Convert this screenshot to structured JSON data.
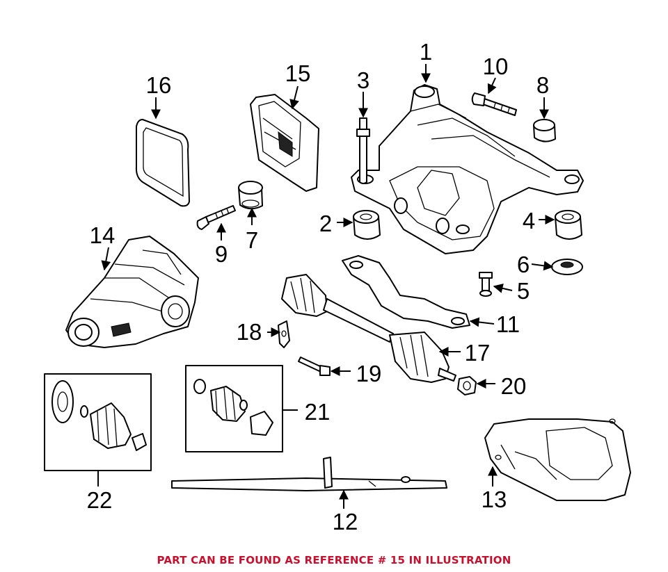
{
  "labels": {
    "p1": "1",
    "p2": "2",
    "p3": "3",
    "p4": "4",
    "p5": "5",
    "p6": "6",
    "p7": "7",
    "p8": "8",
    "p9": "9",
    "p10": "10",
    "p11": "11",
    "p12": "12",
    "p13": "13",
    "p14": "14",
    "p15": "15",
    "p16": "16",
    "p17": "17",
    "p18": "18",
    "p19": "19",
    "p20": "20",
    "p21": "21",
    "p22": "22"
  },
  "caption": "PART CAN BE FOUND AS REFERENCE # 15 IN ILLUSTRATION",
  "colors": {
    "caption": "#c8102e",
    "lines": "#000000",
    "background": "#ffffff"
  }
}
